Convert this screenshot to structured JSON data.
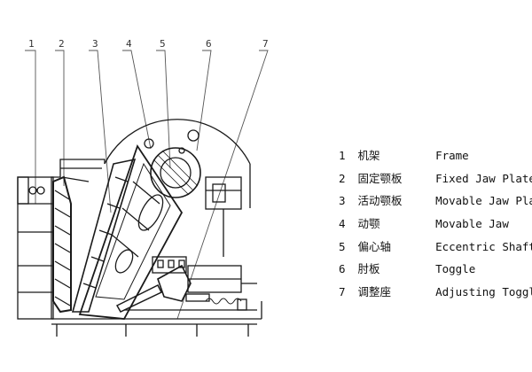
{
  "diagram": {
    "callouts": [
      "1",
      "2",
      "3",
      "4",
      "5",
      "6",
      "7"
    ],
    "legend": [
      {
        "number": "1",
        "chinese": "机架",
        "english": "Frame"
      },
      {
        "number": "2",
        "chinese": "固定颚板",
        "english": "Fixed Jaw Plate"
      },
      {
        "number": "3",
        "chinese": "活动颚板",
        "english": "Movable Jaw Plate"
      },
      {
        "number": "4",
        "chinese": "动颚",
        "english": "Movable Jaw"
      },
      {
        "number": "5",
        "chinese": "偏心轴",
        "english": "Eccentric Shaft"
      },
      {
        "number": "6",
        "chinese": "肘板",
        "english": "Toggle"
      },
      {
        "number": "7",
        "chinese": "调整座",
        "english": "Adjusting Toggle Seat"
      }
    ]
  }
}
